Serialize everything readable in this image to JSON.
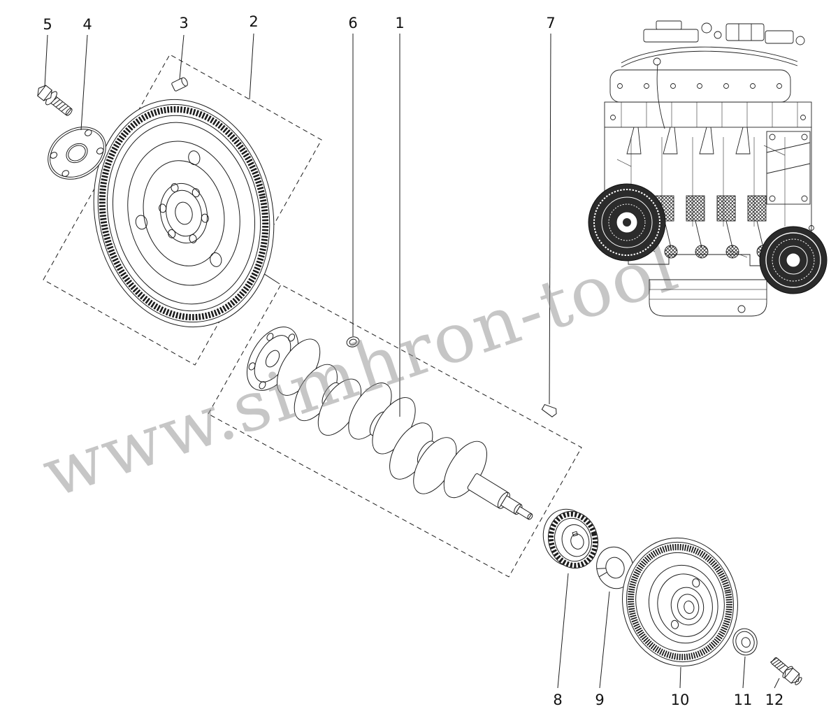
{
  "colors": {
    "background": "#ffffff",
    "line": "#1c1c1c",
    "watermark": "#8f8f8f",
    "dark_fill": "#2b2b2b"
  },
  "watermark": {
    "text": "www.simhron-tool"
  },
  "callouts": {
    "c1": "1",
    "c2": "2",
    "c3": "3",
    "c4": "4",
    "c5": "5",
    "c6": "6",
    "c7": "7",
    "c8": "8",
    "c9": "9",
    "c10": "10",
    "c11": "11",
    "c12": "12"
  }
}
